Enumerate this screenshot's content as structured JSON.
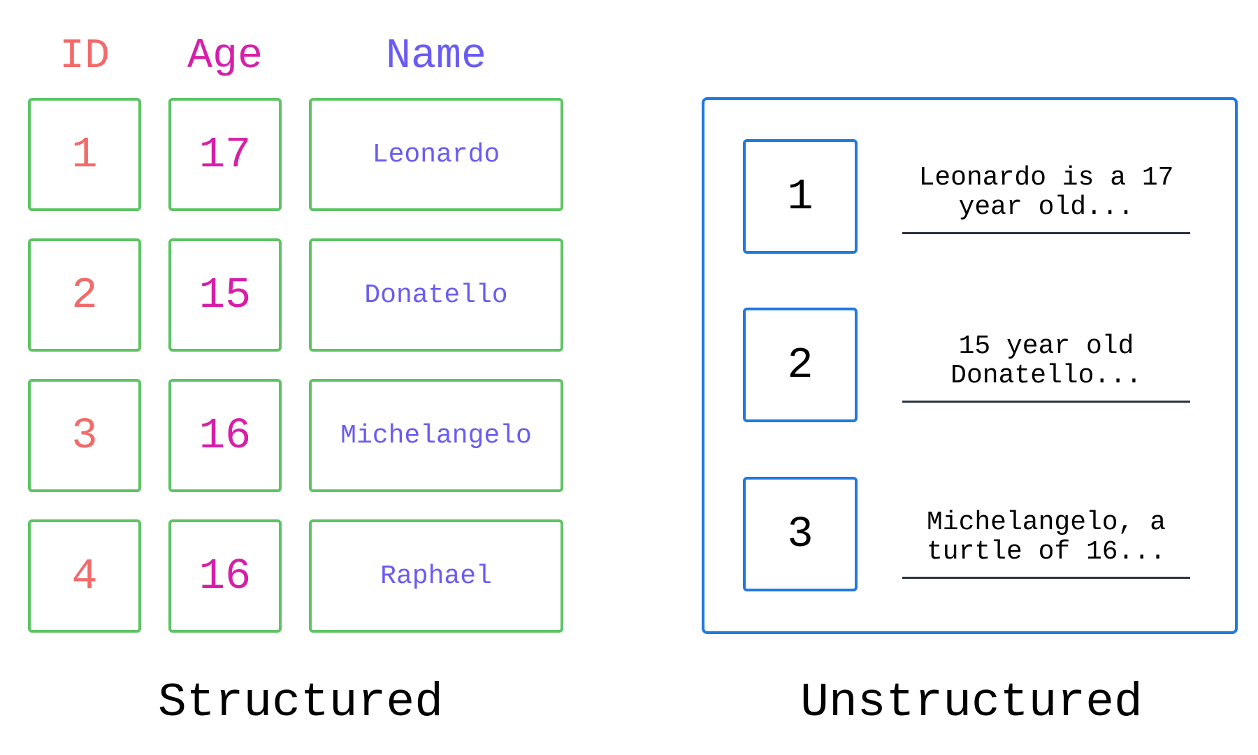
{
  "colors": {
    "id": "#f26a6a",
    "age": "#d61fa8",
    "name": "#6a5cf2",
    "cell_border": "#5cc463",
    "panel_border": "#1f7ae0",
    "text": "#000000"
  },
  "structured": {
    "headers": {
      "id": "ID",
      "age": "Age",
      "name": "Name"
    },
    "rows": [
      {
        "id": "1",
        "age": "17",
        "name": "Leonardo"
      },
      {
        "id": "2",
        "age": "15",
        "name": "Donatello"
      },
      {
        "id": "3",
        "age": "16",
        "name": "Michelangelo"
      },
      {
        "id": "4",
        "age": "16",
        "name": "Raphael"
      }
    ],
    "caption": "Structured"
  },
  "unstructured": {
    "items": [
      {
        "id": "1",
        "line1": "Leonardo is a 17",
        "line2": "year old..."
      },
      {
        "id": "2",
        "line1": "15 year old",
        "line2": "Donatello..."
      },
      {
        "id": "3",
        "line1": "Michelangelo, a",
        "line2": "turtle of 16..."
      }
    ],
    "caption": "Unstructured"
  }
}
